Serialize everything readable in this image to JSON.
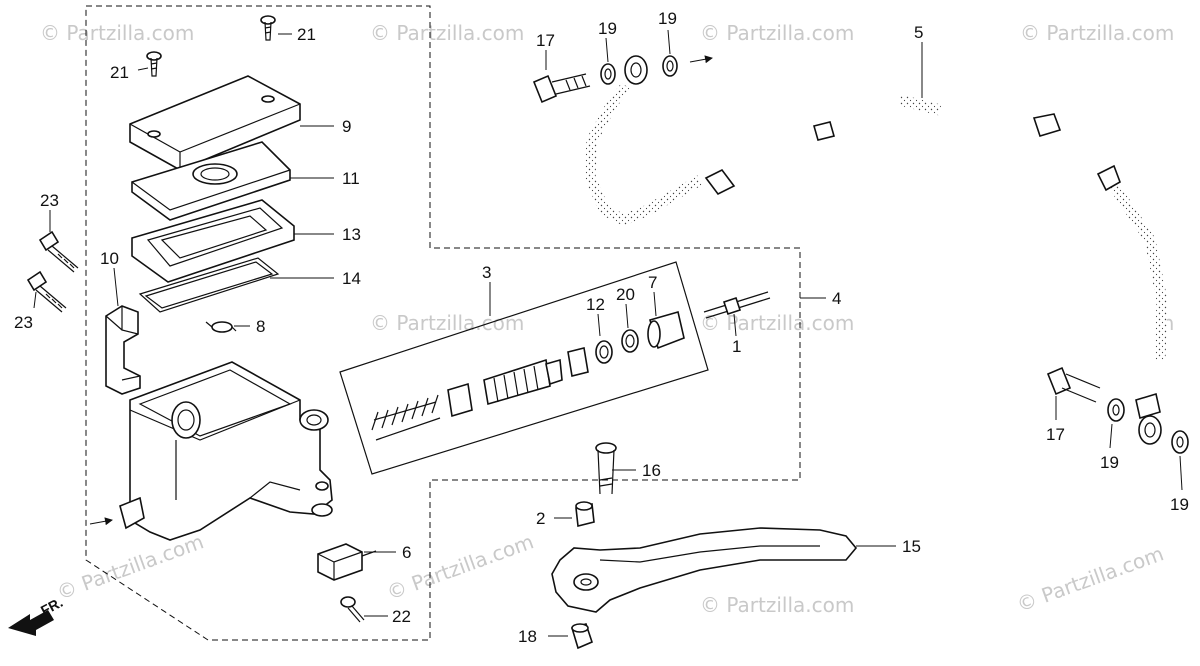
{
  "diagram": {
    "callouts": {
      "c1": "1",
      "c2": "2",
      "c3": "3",
      "c4": "4",
      "c5": "5",
      "c6": "6",
      "c7": "7",
      "c8": "8",
      "c9": "9",
      "c10": "10",
      "c11": "11",
      "c12": "12",
      "c13": "13",
      "c14": "14",
      "c15": "15",
      "c16": "16",
      "c17a": "17",
      "c17b": "17",
      "c18": "18",
      "c19a": "19",
      "c19b": "19",
      "c19c": "19",
      "c19d": "19",
      "c20": "20",
      "c21a": "21",
      "c21b": "21",
      "c22": "22",
      "c23a": "23",
      "c23b": "23"
    },
    "front_indicator": "FR.",
    "watermark": "© Partzilla.com"
  }
}
